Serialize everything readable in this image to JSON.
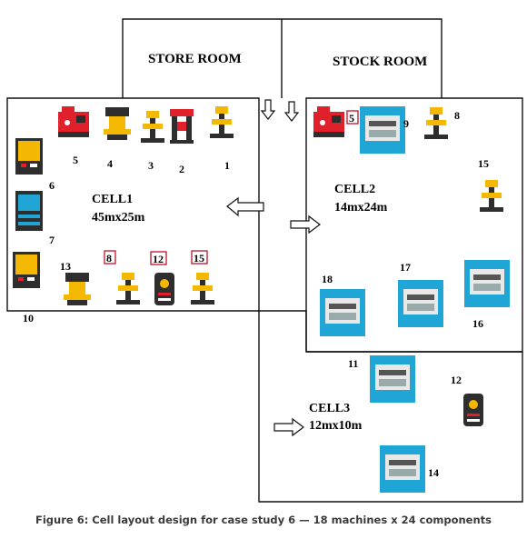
{
  "rooms": {
    "store": "STORE ROOM",
    "stock": "STOCK ROOM"
  },
  "cells": {
    "cell1": {
      "name": "CELL1",
      "size": "45mx25m"
    },
    "cell2": {
      "name": "CELL2",
      "size": "14mx24m"
    },
    "cell3": {
      "name": "CELL3",
      "size": "12mx10m"
    }
  },
  "machines": {
    "c1_1": "1",
    "c1_2": "2",
    "c1_3": "3",
    "c1_4": "4",
    "c1_5": "5",
    "c1_6": "6",
    "c1_7": "7",
    "c1_10": "10",
    "c1_13": "13",
    "c1_8": "8",
    "c1_12": "12",
    "c1_15": "15",
    "c2_5": "5",
    "c2_9": "9",
    "c2_8": "8",
    "c2_15": "15",
    "c2_18": "18",
    "c2_17": "17",
    "c2_16": "16",
    "c3_11": "11",
    "c3_12": "12",
    "c3_14": "14"
  },
  "caption": "Figure 6: Cell layout design for case study 6 — 18 machines x 24 components",
  "colors": {
    "red": "#e0202a",
    "yellow": "#f5b800",
    "dark": "#2e2e2e",
    "cyan": "#1fa6d6",
    "teal": "#1f8fa6"
  }
}
